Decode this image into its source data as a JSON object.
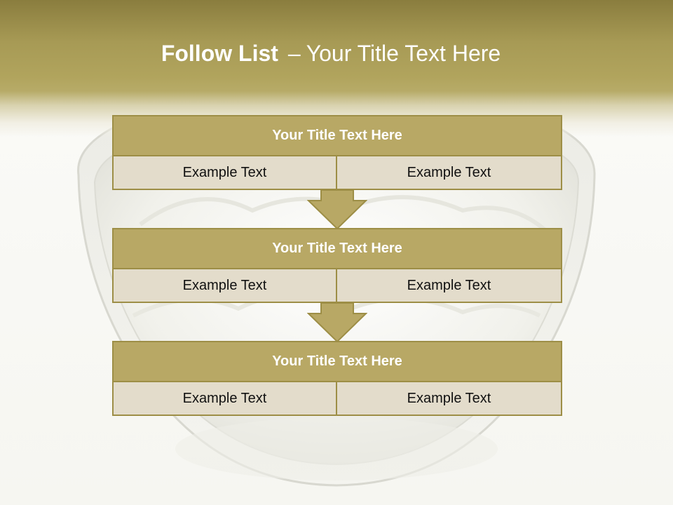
{
  "slide": {
    "title_bold": "Follow List",
    "title_dash": "–",
    "title_rest": "Your Title Text Here"
  },
  "steps": [
    {
      "title": "Your Title Text Here",
      "left": "Example Text",
      "right": "Example Text"
    },
    {
      "title": "Your Title Text Here",
      "left": "Example Text",
      "right": "Example Text"
    },
    {
      "title": "Your Title Text Here",
      "left": "Example Text",
      "right": "Example Text"
    }
  ],
  "colors": {
    "header_gold": "#a79a55",
    "box_title": "#b8a865",
    "box_border": "#9d8e46",
    "cell_fill": "#e3dccb",
    "arrow": "#b8a865"
  },
  "icons": [
    "down-arrow-icon",
    "down-arrow-icon"
  ]
}
